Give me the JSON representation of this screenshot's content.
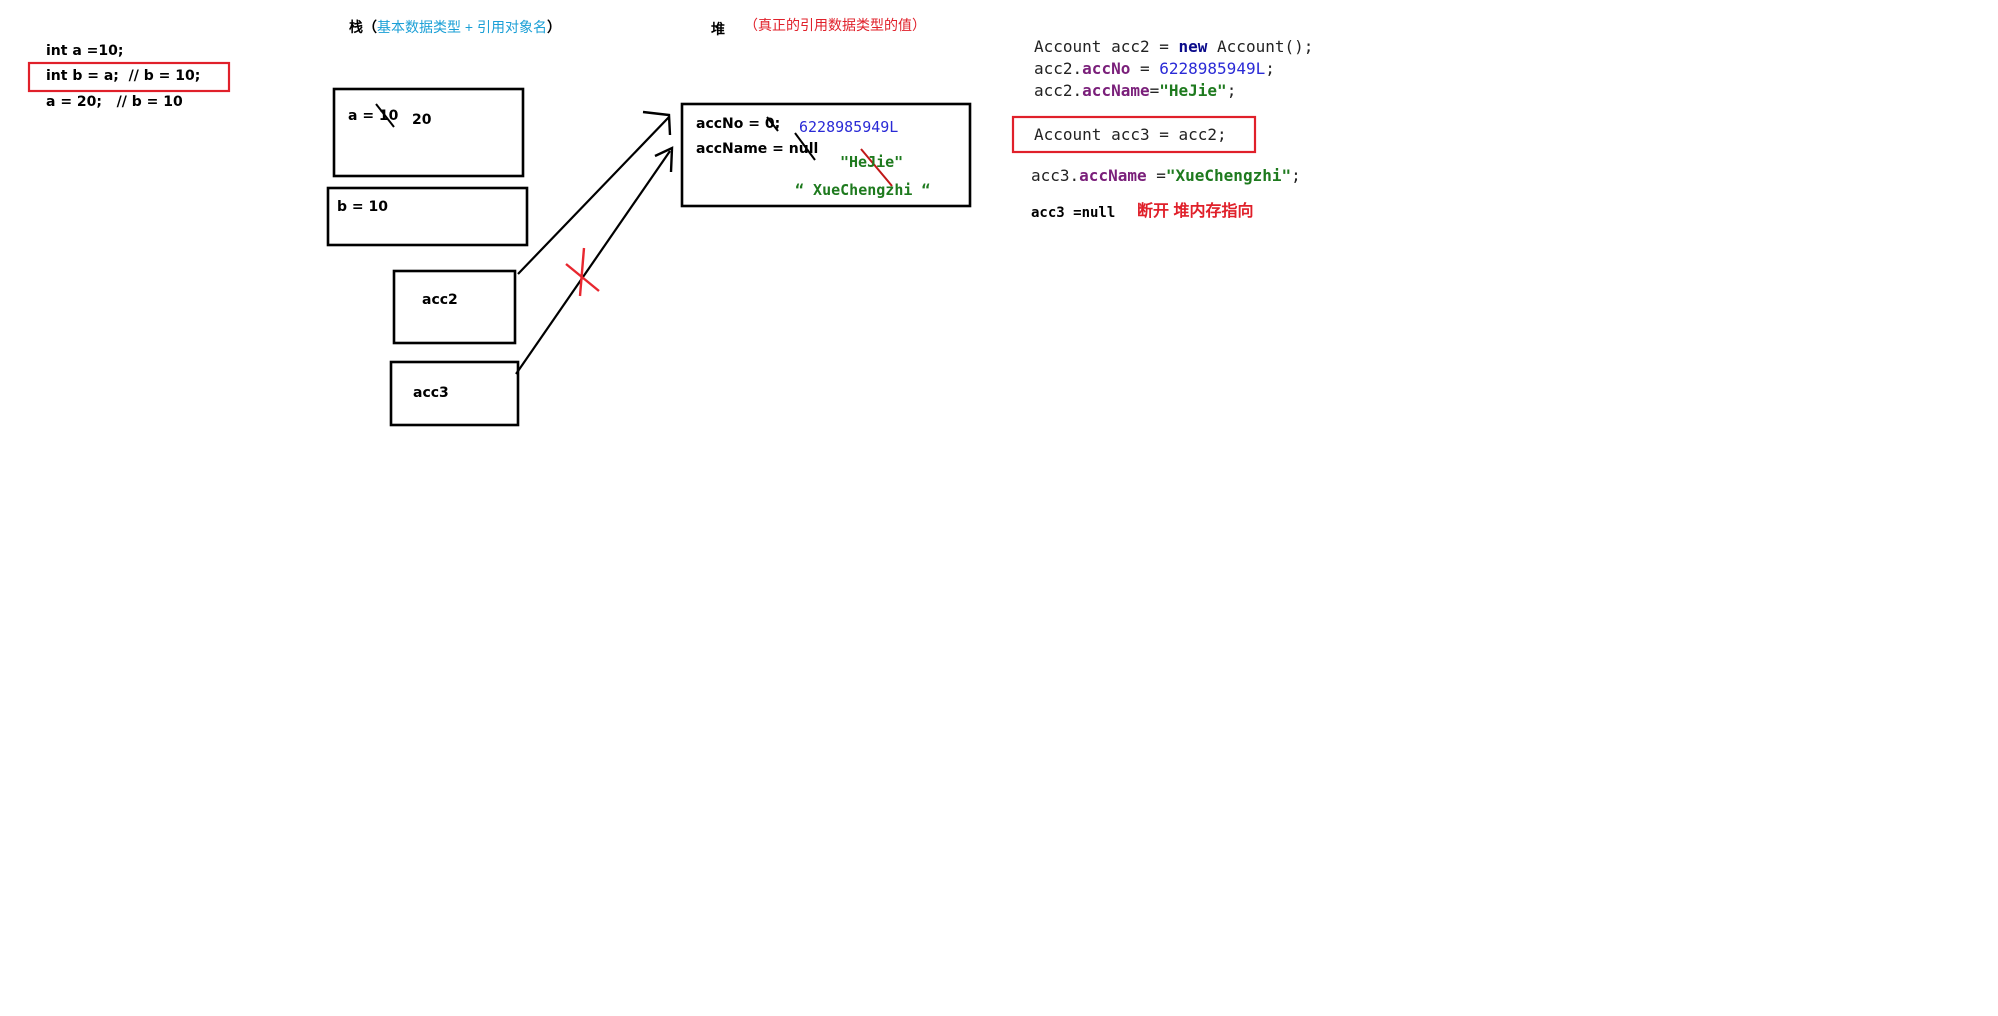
{
  "code_primitives": {
    "line1": "int a =10;",
    "line2": "int b = a;  // b = 10;",
    "line3": "a = 20;   // b = 10"
  },
  "stack": {
    "title_prefix": "栈（",
    "title_body": "基本数据类型 + 引用对象名",
    "title_suffix": "）",
    "box_a_label": "a = 10",
    "box_a_new_value": "20",
    "box_b_label": "b = 10",
    "box_acc2_label": "acc2",
    "box_acc3_label": "acc3"
  },
  "heap": {
    "title": "堆",
    "subtitle": "（真正的引用数据类型的值）",
    "field_accno": "accNo = 0;",
    "field_accname": "accName = null",
    "accno_value": "6228985949L",
    "accname_old": "\"HeJie\"",
    "accname_new": "“ XueChengzhi “"
  },
  "code_account": {
    "line1_a": "Account acc2 = ",
    "line1_new": "new",
    "line1_b": " Account();",
    "line2_a": "acc2.",
    "line2_field": "accNo",
    "line2_b": " = ",
    "line2_value": "6228985949L",
    "line2_c": ";",
    "line3_a": "acc2.",
    "line3_field": "accName",
    "line3_b": "=",
    "line3_value": "\"HeJie\"",
    "line3_c": ";",
    "highlighted_line": "Account acc3 = acc2;",
    "line5_a": "acc3.",
    "line5_field": "accName",
    "line5_b": " =",
    "line5_value": "\"XueChengzhi\"",
    "line5_c": ";",
    "null_line": "acc3 =null",
    "null_note": "断开 堆内存指向"
  },
  "colors": {
    "ink": "#000000",
    "highlight_red": "#e0202a",
    "cross_red": "#e8272f",
    "stack_blue": "#1a9fd6",
    "value_blue": "#2a2ad6",
    "string_green": "#1e7a1e",
    "field_purple": "#7a1f7a",
    "keyword_navy": "#0a0a8a"
  }
}
